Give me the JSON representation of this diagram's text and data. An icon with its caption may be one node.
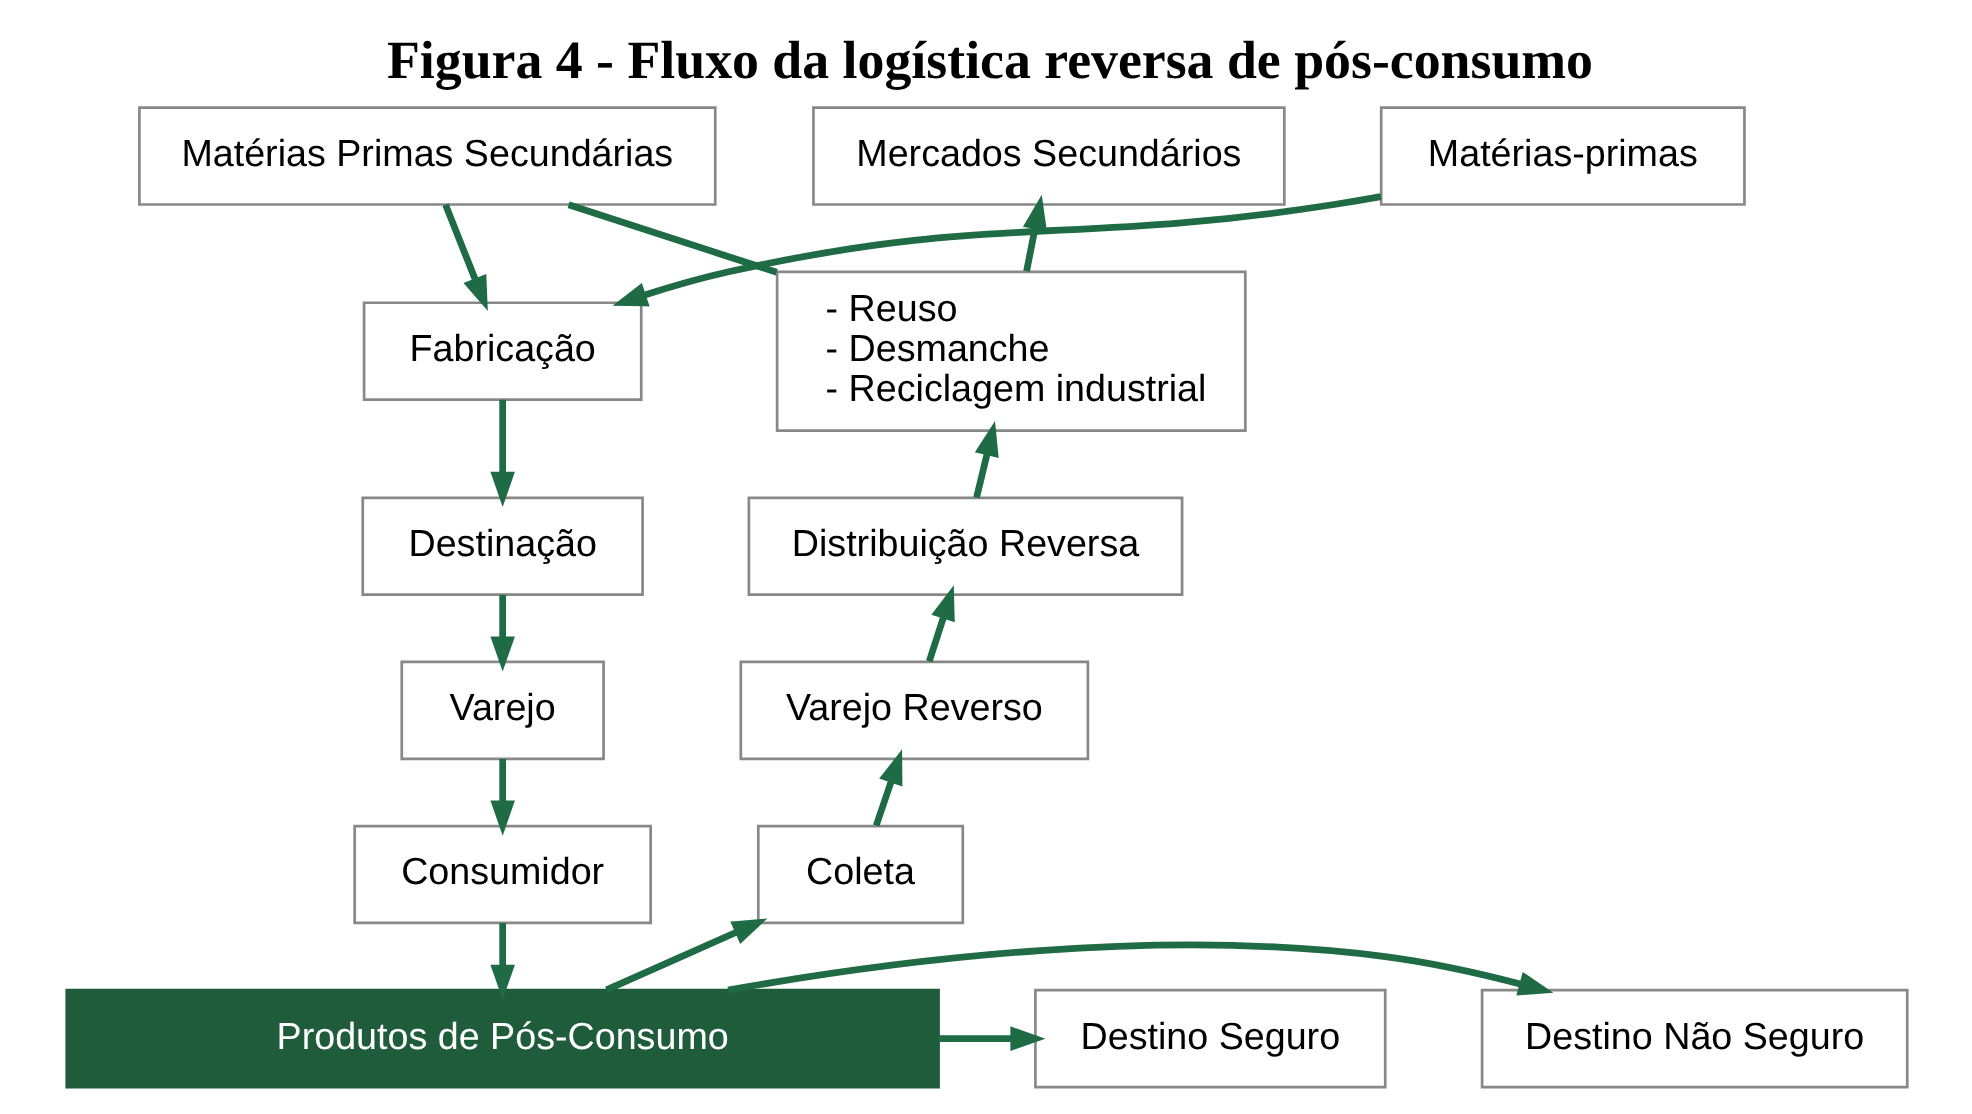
{
  "diagram": {
    "title": "Figura 4 - Fluxo da logística reversa de pós-consumo",
    "nodes": [
      {
        "text": [
          "Matérias Primas Secundárias"
        ]
      },
      {
        "text": [
          "Mercados Secundários"
        ]
      },
      {
        "text": [
          "Matérias-primas"
        ]
      },
      {
        "text": [
          "- Reuso",
          "- Desmanche",
          "- Reciclagem industrial"
        ]
      },
      {
        "text": [
          "Fabricação"
        ]
      },
      {
        "text": [
          "Destinação"
        ]
      },
      {
        "text": [
          "Distribuição Reversa"
        ]
      },
      {
        "text": [
          "Varejo"
        ]
      },
      {
        "text": [
          "Varejo Reverso"
        ]
      },
      {
        "text": [
          "Consumidor"
        ]
      },
      {
        "text": [
          "Coleta"
        ]
      },
      {
        "text": [
          "Destino Seguro"
        ]
      },
      {
        "text": [
          "Produtos de Pós-Consumo"
        ]
      },
      {
        "text": [
          "Destino Não Seguro"
        ]
      }
    ],
    "edges": [
      {
        "from": 2,
        "to": 4,
        "arrow": "to"
      },
      {
        "from": 4,
        "to": 5,
        "arrow": "to"
      },
      {
        "from": 5,
        "to": 7,
        "arrow": "to"
      },
      {
        "from": 7,
        "to": 9,
        "arrow": "to"
      },
      {
        "from": 9,
        "to": 12,
        "arrow": "to"
      },
      {
        "from": 12,
        "to": 11,
        "arrow": "to"
      },
      {
        "from": 12,
        "to": 13,
        "arrow": "to"
      },
      {
        "from": 12,
        "to": 10,
        "arrow": "to"
      },
      {
        "from": 10,
        "to": 8,
        "arrow": "to"
      },
      {
        "from": 8,
        "to": 6,
        "arrow": "to"
      },
      {
        "from": 6,
        "to": 3,
        "arrow": "to"
      },
      {
        "from": 3,
        "to": 0,
        "arrow": "none"
      },
      {
        "from": 3,
        "to": 1,
        "arrow": "to"
      },
      {
        "from": 0,
        "to": 4,
        "arrow": "to"
      }
    ]
  }
}
